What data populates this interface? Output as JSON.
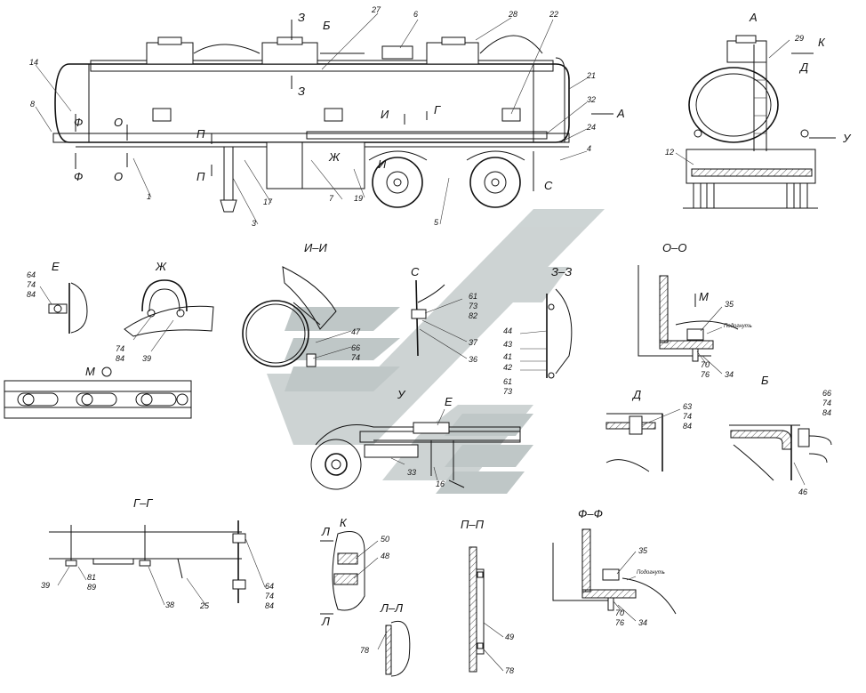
{
  "watermark": {
    "color_light": "#c8cfcf",
    "color_dark": "#9aa3a3"
  },
  "main_view": {
    "callouts": {
      "n14": "14",
      "n8": "8",
      "n1": "1",
      "n3": "3",
      "n17": "17",
      "n7": "7",
      "n19": "19",
      "n5": "5",
      "n27": "27",
      "n6": "6",
      "n28": "28",
      "n22": "22",
      "n21": "21",
      "n32": "32",
      "n24": "24",
      "n4": "4"
    },
    "section_marks": {
      "z_top": "З",
      "z_bottom": "З",
      "b_mark": "Б",
      "o_top": "О",
      "o_bottom": "О",
      "f_top": "Ф",
      "f_bottom": "Ф",
      "p_top": "П",
      "p_bottom": "П",
      "i_mark": "И",
      "g_mark": "Г",
      "a_arrow": "А",
      "zh_mark": "Ж",
      "i_mark2": "И",
      "s_mark": "С"
    }
  },
  "view_a": {
    "title": "А",
    "callouts": {
      "n29": "29",
      "n12": "12"
    },
    "marks": {
      "k": "К",
      "d": "Д",
      "u": "У"
    }
  },
  "view_e": {
    "title": "Е",
    "callouts": [
      "64",
      "74",
      "84"
    ]
  },
  "view_zh": {
    "title": "Ж",
    "callouts": [
      "74",
      "84",
      "39"
    ]
  },
  "view_m": {
    "title": "М"
  },
  "section_ii": {
    "title": "И–И",
    "callouts": [
      "47",
      "66",
      "74"
    ]
  },
  "view_s": {
    "title": "С",
    "callouts": [
      "61",
      "73",
      "82",
      "37",
      "36"
    ]
  },
  "section_zz": {
    "title": "З–З",
    "callouts": [
      "44",
      "43",
      "41",
      "42",
      "61",
      "73"
    ]
  },
  "section_oo": {
    "title": "О–О",
    "callouts": [
      "35",
      "70",
      "76",
      "34"
    ],
    "note": "Подогнуть",
    "m_mark": "М"
  },
  "view_u": {
    "title": "У",
    "callouts": [
      "33",
      "16"
    ],
    "e_mark": "Е"
  },
  "view_d": {
    "title": "Д",
    "callouts": [
      "63",
      "74",
      "84"
    ]
  },
  "view_b": {
    "title": "Б",
    "callouts": [
      "66",
      "74",
      "84",
      "46"
    ]
  },
  "section_gg": {
    "title": "Г–Г",
    "callouts": [
      "39",
      "81",
      "89",
      "38",
      "25",
      "64",
      "74",
      "84"
    ]
  },
  "view_k": {
    "title": "К",
    "callouts": [
      "50",
      "48"
    ],
    "l_top": "Л",
    "l_bottom": "Л"
  },
  "section_ll": {
    "title": "Л–Л",
    "callouts": [
      "78"
    ]
  },
  "section_pp": {
    "title": "П–П",
    "callouts": [
      "49",
      "78"
    ]
  },
  "section_ff": {
    "title": "Ф–Ф",
    "callouts": [
      "35",
      "70",
      "76",
      "34"
    ],
    "note": "Подогнуть"
  }
}
